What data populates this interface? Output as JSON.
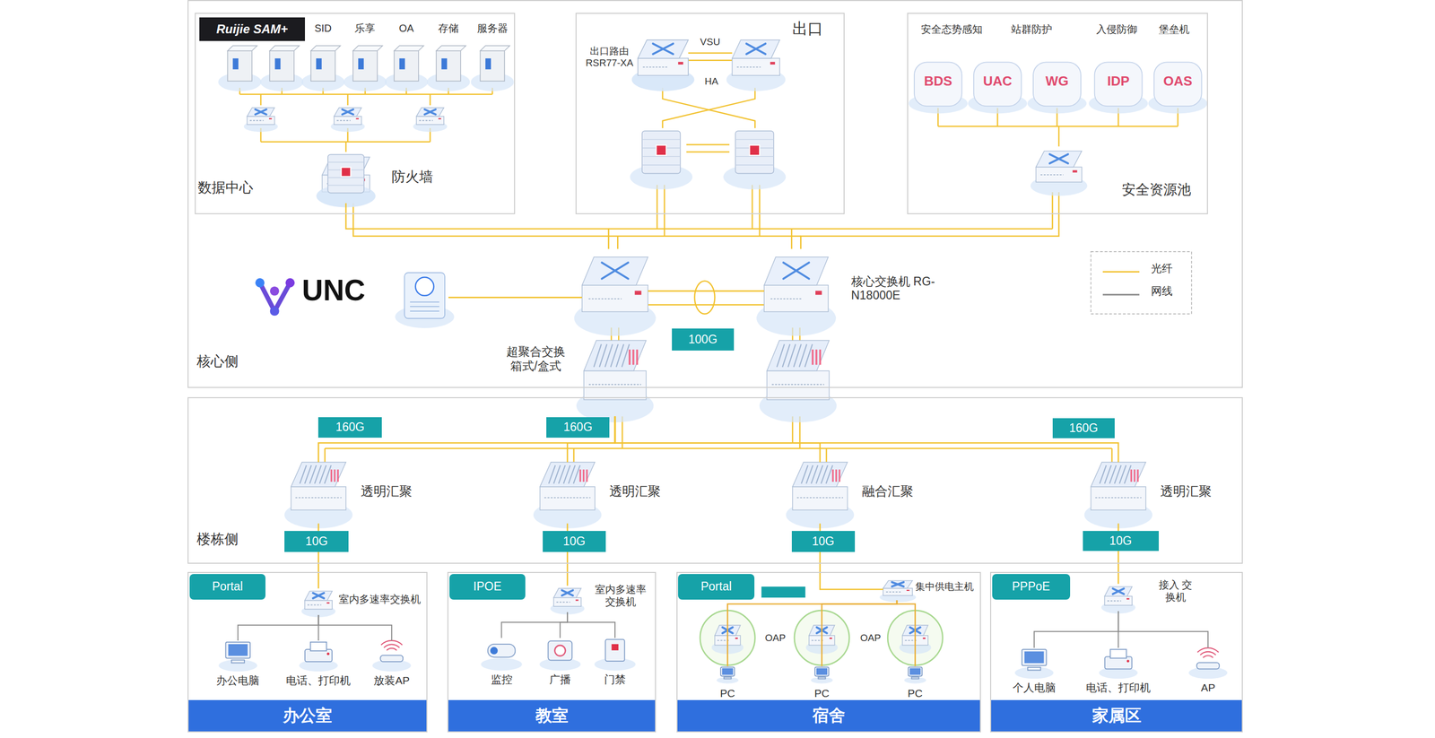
{
  "diagram": {
    "nodes": [
      {
        "text": [
          "核心侧"
        ]
      },
      {
        "text": [
          "数据中心"
        ],
        "in": 0
      },
      {
        "text": [
          "Ruijie SAM+"
        ],
        "in": 1
      },
      {
        "text": [
          "SID"
        ],
        "in": 1
      },
      {
        "text": [
          "乐享"
        ],
        "in": 1
      },
      {
        "text": [
          "OA"
        ],
        "in": 1
      },
      {
        "text": [
          "存储"
        ],
        "in": 1
      },
      {
        "text": [
          "服务器"
        ],
        "in": 1
      },
      {
        "text": [
          "防火墙"
        ],
        "in": 1
      },
      {
        "text": [
          "出口"
        ],
        "in": 0
      },
      {
        "text": [
          "出口路由 RSR77-XA"
        ],
        "in": 9
      },
      {
        "text": [
          "安全资源池"
        ],
        "in": 0
      },
      {
        "text": [
          "UNC"
        ],
        "in": 0
      },
      {
        "text": [
          "核心交换机 RG-N18000E"
        ],
        "in": 0
      },
      {
        "text": [
          "超聚合交换 箱式/盒式"
        ],
        "in": 0
      },
      {
        "text": [
          "楼栋侧"
        ]
      },
      {
        "text": [
          "透明汇聚"
        ],
        "in": 15
      },
      {
        "text": [
          "透明汇聚"
        ],
        "in": 15
      },
      {
        "text": [
          "融合汇聚"
        ],
        "in": 15
      },
      {
        "text": [
          "透明汇聚"
        ],
        "in": 15
      },
      {
        "text": [
          "Portal",
          "办公室"
        ]
      },
      {
        "text": [
          "室内多速率交换机"
        ],
        "in": 20
      },
      {
        "text": [
          "办公电脑"
        ],
        "in": 20
      },
      {
        "text": [
          "电话、打印机"
        ],
        "in": 20
      },
      {
        "text": [
          "放装AP"
        ],
        "in": 20
      },
      {
        "text": [
          "IPOE",
          "教室"
        ]
      },
      {
        "text": [
          "室内多速率 交换机"
        ],
        "in": 25
      },
      {
        "text": [
          "监控"
        ],
        "in": 25
      },
      {
        "text": [
          "广播"
        ],
        "in": 25
      },
      {
        "text": [
          "门禁"
        ],
        "in": 25
      },
      {
        "text": [
          "Portal",
          "宿舍"
        ]
      },
      {
        "text": [
          "集中供电主机"
        ],
        "in": 30
      },
      {
        "text": [
          "PC"
        ],
        "in": 30
      },
      {
        "text": [
          "PC"
        ],
        "in": 30
      },
      {
        "text": [
          "PC"
        ],
        "in": 30
      },
      {
        "text": [
          "PPPoE",
          "家属区"
        ]
      },
      {
        "text": [
          "接入 交换机"
        ],
        "in": 35
      },
      {
        "text": [
          "个人电脑"
        ],
        "in": 35
      },
      {
        "text": [
          "电话、打印机"
        ],
        "in": 35
      },
      {
        "text": [
          "AP"
        ],
        "in": 35
      }
    ],
    "edges": [
      {
        "from": 12,
        "to": 14,
        "arrow": "none"
      },
      {
        "from": 14,
        "to": 13,
        "label": "100G",
        "arrow": "none"
      },
      {
        "from": 8,
        "to": 14,
        "arrow": "none"
      },
      {
        "from": 11,
        "to": 13,
        "arrow": "none"
      },
      {
        "from": 14,
        "to": 16,
        "label": "160G",
        "arrow": "none"
      },
      {
        "from": 14,
        "to": 17,
        "label": "160G",
        "arrow": "none"
      },
      {
        "from": 14,
        "to": 18,
        "arrow": "none"
      },
      {
        "from": 14,
        "to": 19,
        "label": "160G",
        "arrow": "none"
      },
      {
        "from": 16,
        "to": 21,
        "label": "10G",
        "arrow": "none"
      },
      {
        "from": 17,
        "to": 26,
        "label": "10G",
        "arrow": "none"
      },
      {
        "from": 18,
        "to": 31,
        "label": "10G",
        "arrow": "none"
      },
      {
        "from": 19,
        "to": 36,
        "label": "10G",
        "arrow": "none"
      },
      {
        "from": 21,
        "to": 22,
        "arrow": "none"
      },
      {
        "from": 21,
        "to": 23,
        "arrow": "none"
      },
      {
        "from": 21,
        "to": 24,
        "arrow": "none"
      },
      {
        "from": 26,
        "to": 27,
        "arrow": "none"
      },
      {
        "from": 26,
        "to": 28,
        "arrow": "none"
      },
      {
        "from": 26,
        "to": 29,
        "arrow": "none"
      },
      {
        "from": 31,
        "to": 32,
        "arrow": "none"
      },
      {
        "from": 31,
        "to": 33,
        "arrow": "none"
      },
      {
        "from": 31,
        "to": 34,
        "arrow": "none"
      },
      {
        "from": 36,
        "to": 37,
        "arrow": "none"
      },
      {
        "from": 36,
        "to": 38,
        "arrow": "none"
      },
      {
        "from": 36,
        "to": 39,
        "arrow": "none"
      }
    ],
    "labels": [
      "VSU",
      "HA",
      "安全态势感知",
      "站群防护",
      "入侵防御",
      "堡垒机",
      "BDS",
      "UAC",
      "WG",
      "IDP",
      "OAS",
      "OAP",
      "OAP"
    ],
    "legend": [
      {
        "text": "光纤"
      },
      {
        "text": "网线"
      }
    ]
  }
}
